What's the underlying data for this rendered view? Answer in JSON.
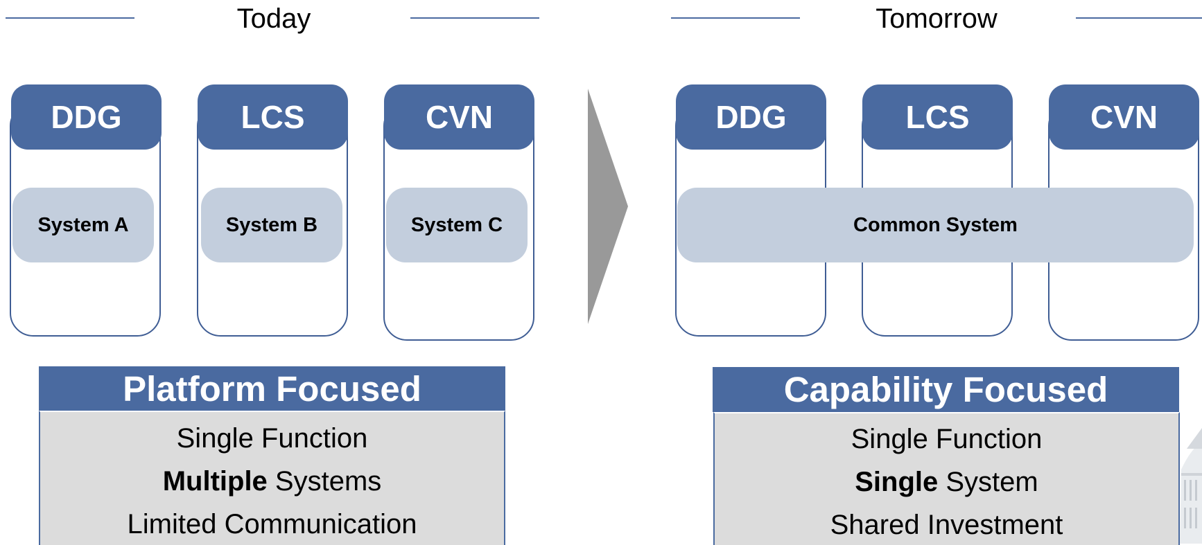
{
  "today": {
    "heading": "Today",
    "columns": [
      {
        "header": "DDG",
        "system": "System A"
      },
      {
        "header": "LCS",
        "system": "System B"
      },
      {
        "header": "CVN",
        "system": "System C"
      }
    ],
    "summary": {
      "title": "Platform Focused",
      "lines": [
        {
          "bold": "",
          "text": "Single Function"
        },
        {
          "bold": "Multiple",
          "text": " Systems"
        },
        {
          "bold": "",
          "text": "Limited Communication"
        }
      ]
    }
  },
  "tomorrow": {
    "heading": "Tomorrow",
    "columns": [
      {
        "header": "DDG"
      },
      {
        "header": "LCS"
      },
      {
        "header": "CVN"
      }
    ],
    "common_system": "Common System",
    "summary": {
      "title": "Capability Focused",
      "lines": [
        {
          "bold": "",
          "text": "Single Function"
        },
        {
          "bold": "Single",
          "text": " System"
        },
        {
          "bold": "",
          "text": "Shared Investment"
        }
      ]
    }
  },
  "colors": {
    "accent": "#4a6aa0",
    "pill": "#c3cedd",
    "panel": "#dcdcdc",
    "arrow": "#999999"
  }
}
